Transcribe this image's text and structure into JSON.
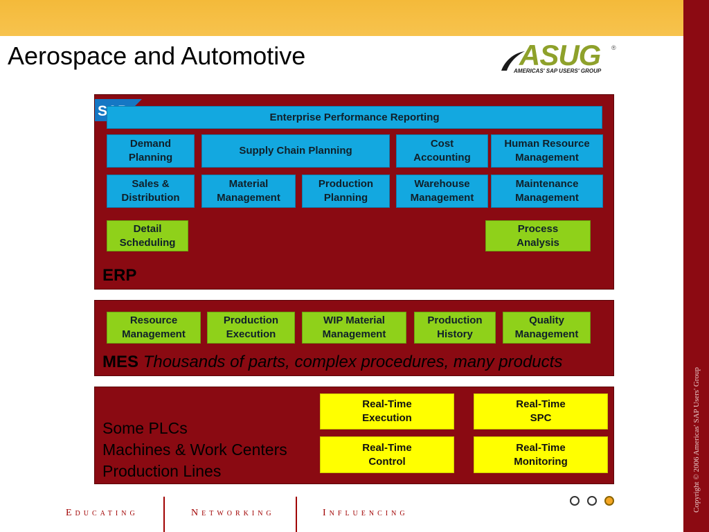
{
  "slide": {
    "title": "Aerospace and Automotive",
    "copyright": "Copyright © 2006 Americas' SAP Users' Group"
  },
  "logo": {
    "name": "ASUG",
    "tagline": "AMERICAS' SAP USERS' GROUP",
    "registered": "®"
  },
  "erp": {
    "brand": "SAP",
    "label": "ERP",
    "reporting": "Enterprise Performance Reporting",
    "row1": [
      "Demand\nPlanning",
      "Supply Chain Planning",
      "Cost\nAccounting",
      "Human Resource\nManagement"
    ],
    "row2": [
      "Sales &\nDistribution",
      "Material\nManagement",
      "Production\nPlanning",
      "Warehouse\nManagement",
      "Maintenance\nManagement"
    ],
    "detail_scheduling": "Detail\nScheduling",
    "process_analysis": "Process\nAnalysis"
  },
  "mes": {
    "label": "MES",
    "caption": "Thousands of parts, complex procedures, many products",
    "modules": [
      "Resource\nManagement",
      "Production\nExecution",
      "WIP Material\nManagement",
      "Production\nHistory",
      "Quality\nManagement"
    ]
  },
  "plc": {
    "lines": [
      "Some PLCs",
      "Machines & Work Centers",
      "Production Lines"
    ],
    "realtime": [
      "Real-Time\nExecution",
      "Real-Time\nSPC",
      "Real-Time\nControl",
      "Real-Time\nMonitoring"
    ]
  },
  "footer": {
    "words": [
      "Educating",
      "Networking",
      "Influencing"
    ]
  },
  "colors": {
    "panel": "#8a0a12",
    "module_blue": "#13a8e0",
    "module_green": "#8fd11a",
    "module_yellow": "#ffff00",
    "header_bar": "#f4ba3a",
    "footer_text": "#a00000"
  }
}
